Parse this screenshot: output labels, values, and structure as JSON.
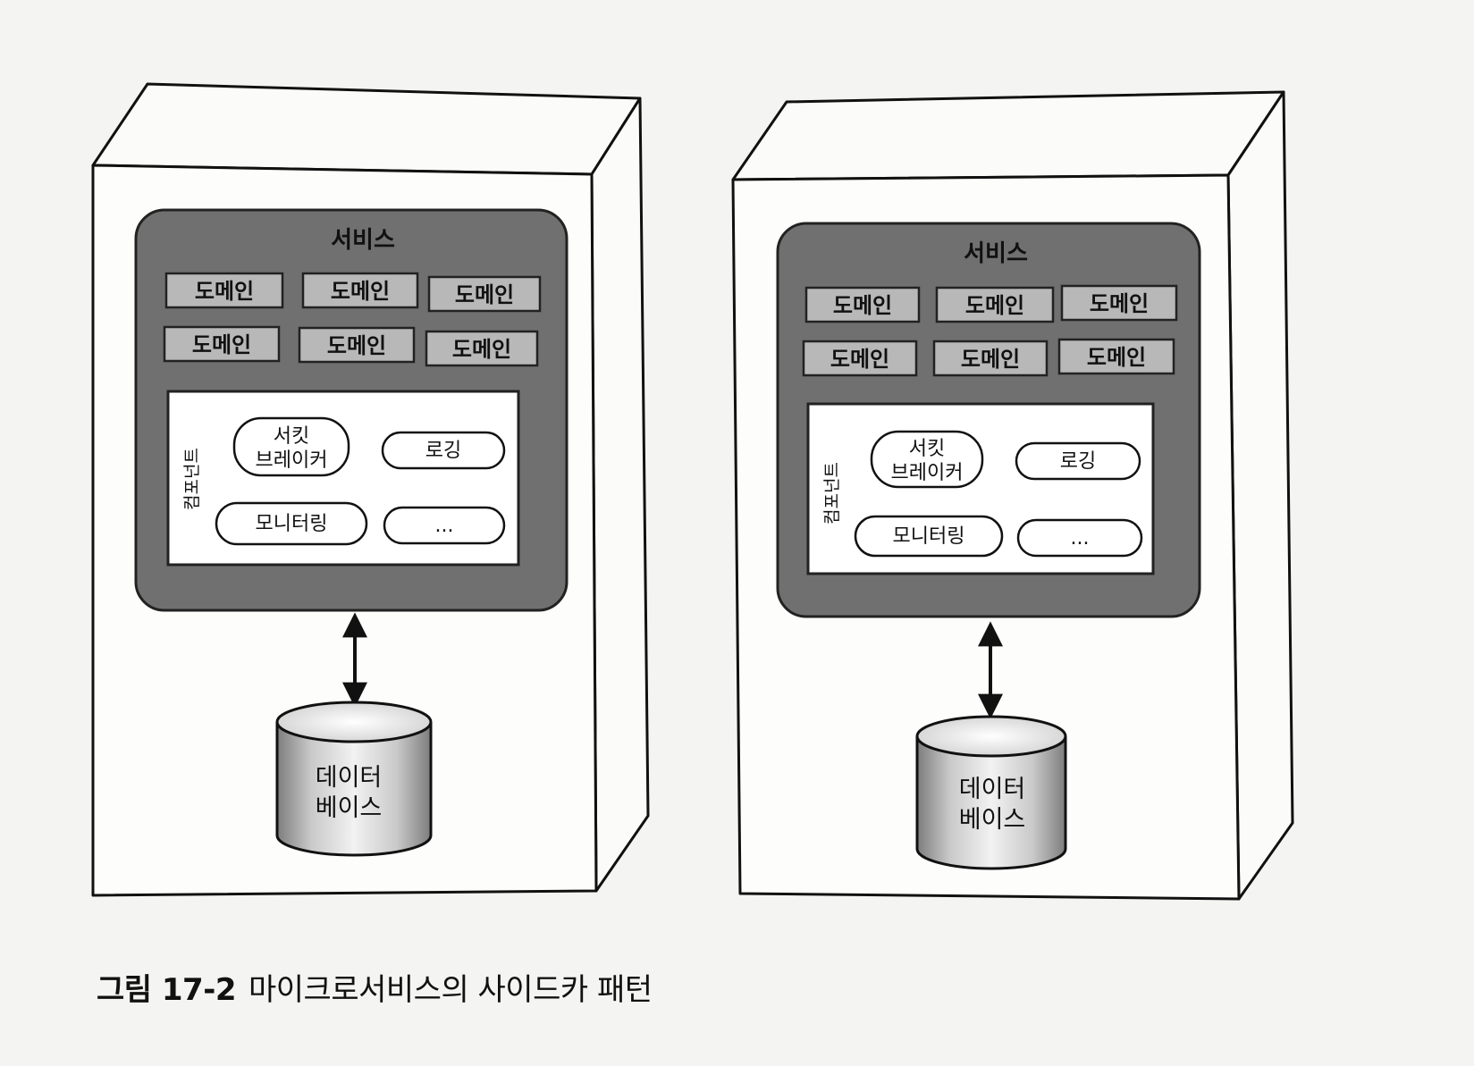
{
  "caption": {
    "label": "그림 17-2",
    "text": "마이크로서비스의 사이드카 패턴"
  },
  "hosts": [
    {
      "service": {
        "title": "서비스",
        "domains": [
          "도메인",
          "도메인",
          "도메인",
          "도메인",
          "도메인",
          "도메인"
        ]
      },
      "components": {
        "label": "컴포넌트",
        "items": [
          {
            "lines": [
              "서킷",
              "브레이커"
            ]
          },
          {
            "lines": [
              "로깅"
            ]
          },
          {
            "lines": [
              "모니터링"
            ]
          },
          {
            "lines": [
              "..."
            ]
          }
        ]
      },
      "database": {
        "lines": [
          "데이터",
          "베이스"
        ]
      }
    },
    {
      "service": {
        "title": "서비스",
        "domains": [
          "도메인",
          "도메인",
          "도메인",
          "도메인",
          "도메인",
          "도메인"
        ]
      },
      "components": {
        "label": "컴포넌트",
        "items": [
          {
            "lines": [
              "서킷",
              "브레이커"
            ]
          },
          {
            "lines": [
              "로깅"
            ]
          },
          {
            "lines": [
              "모니터링"
            ]
          },
          {
            "lines": [
              "..."
            ]
          }
        ]
      },
      "database": {
        "lines": [
          "데이터",
          "베이스"
        ]
      }
    }
  ]
}
